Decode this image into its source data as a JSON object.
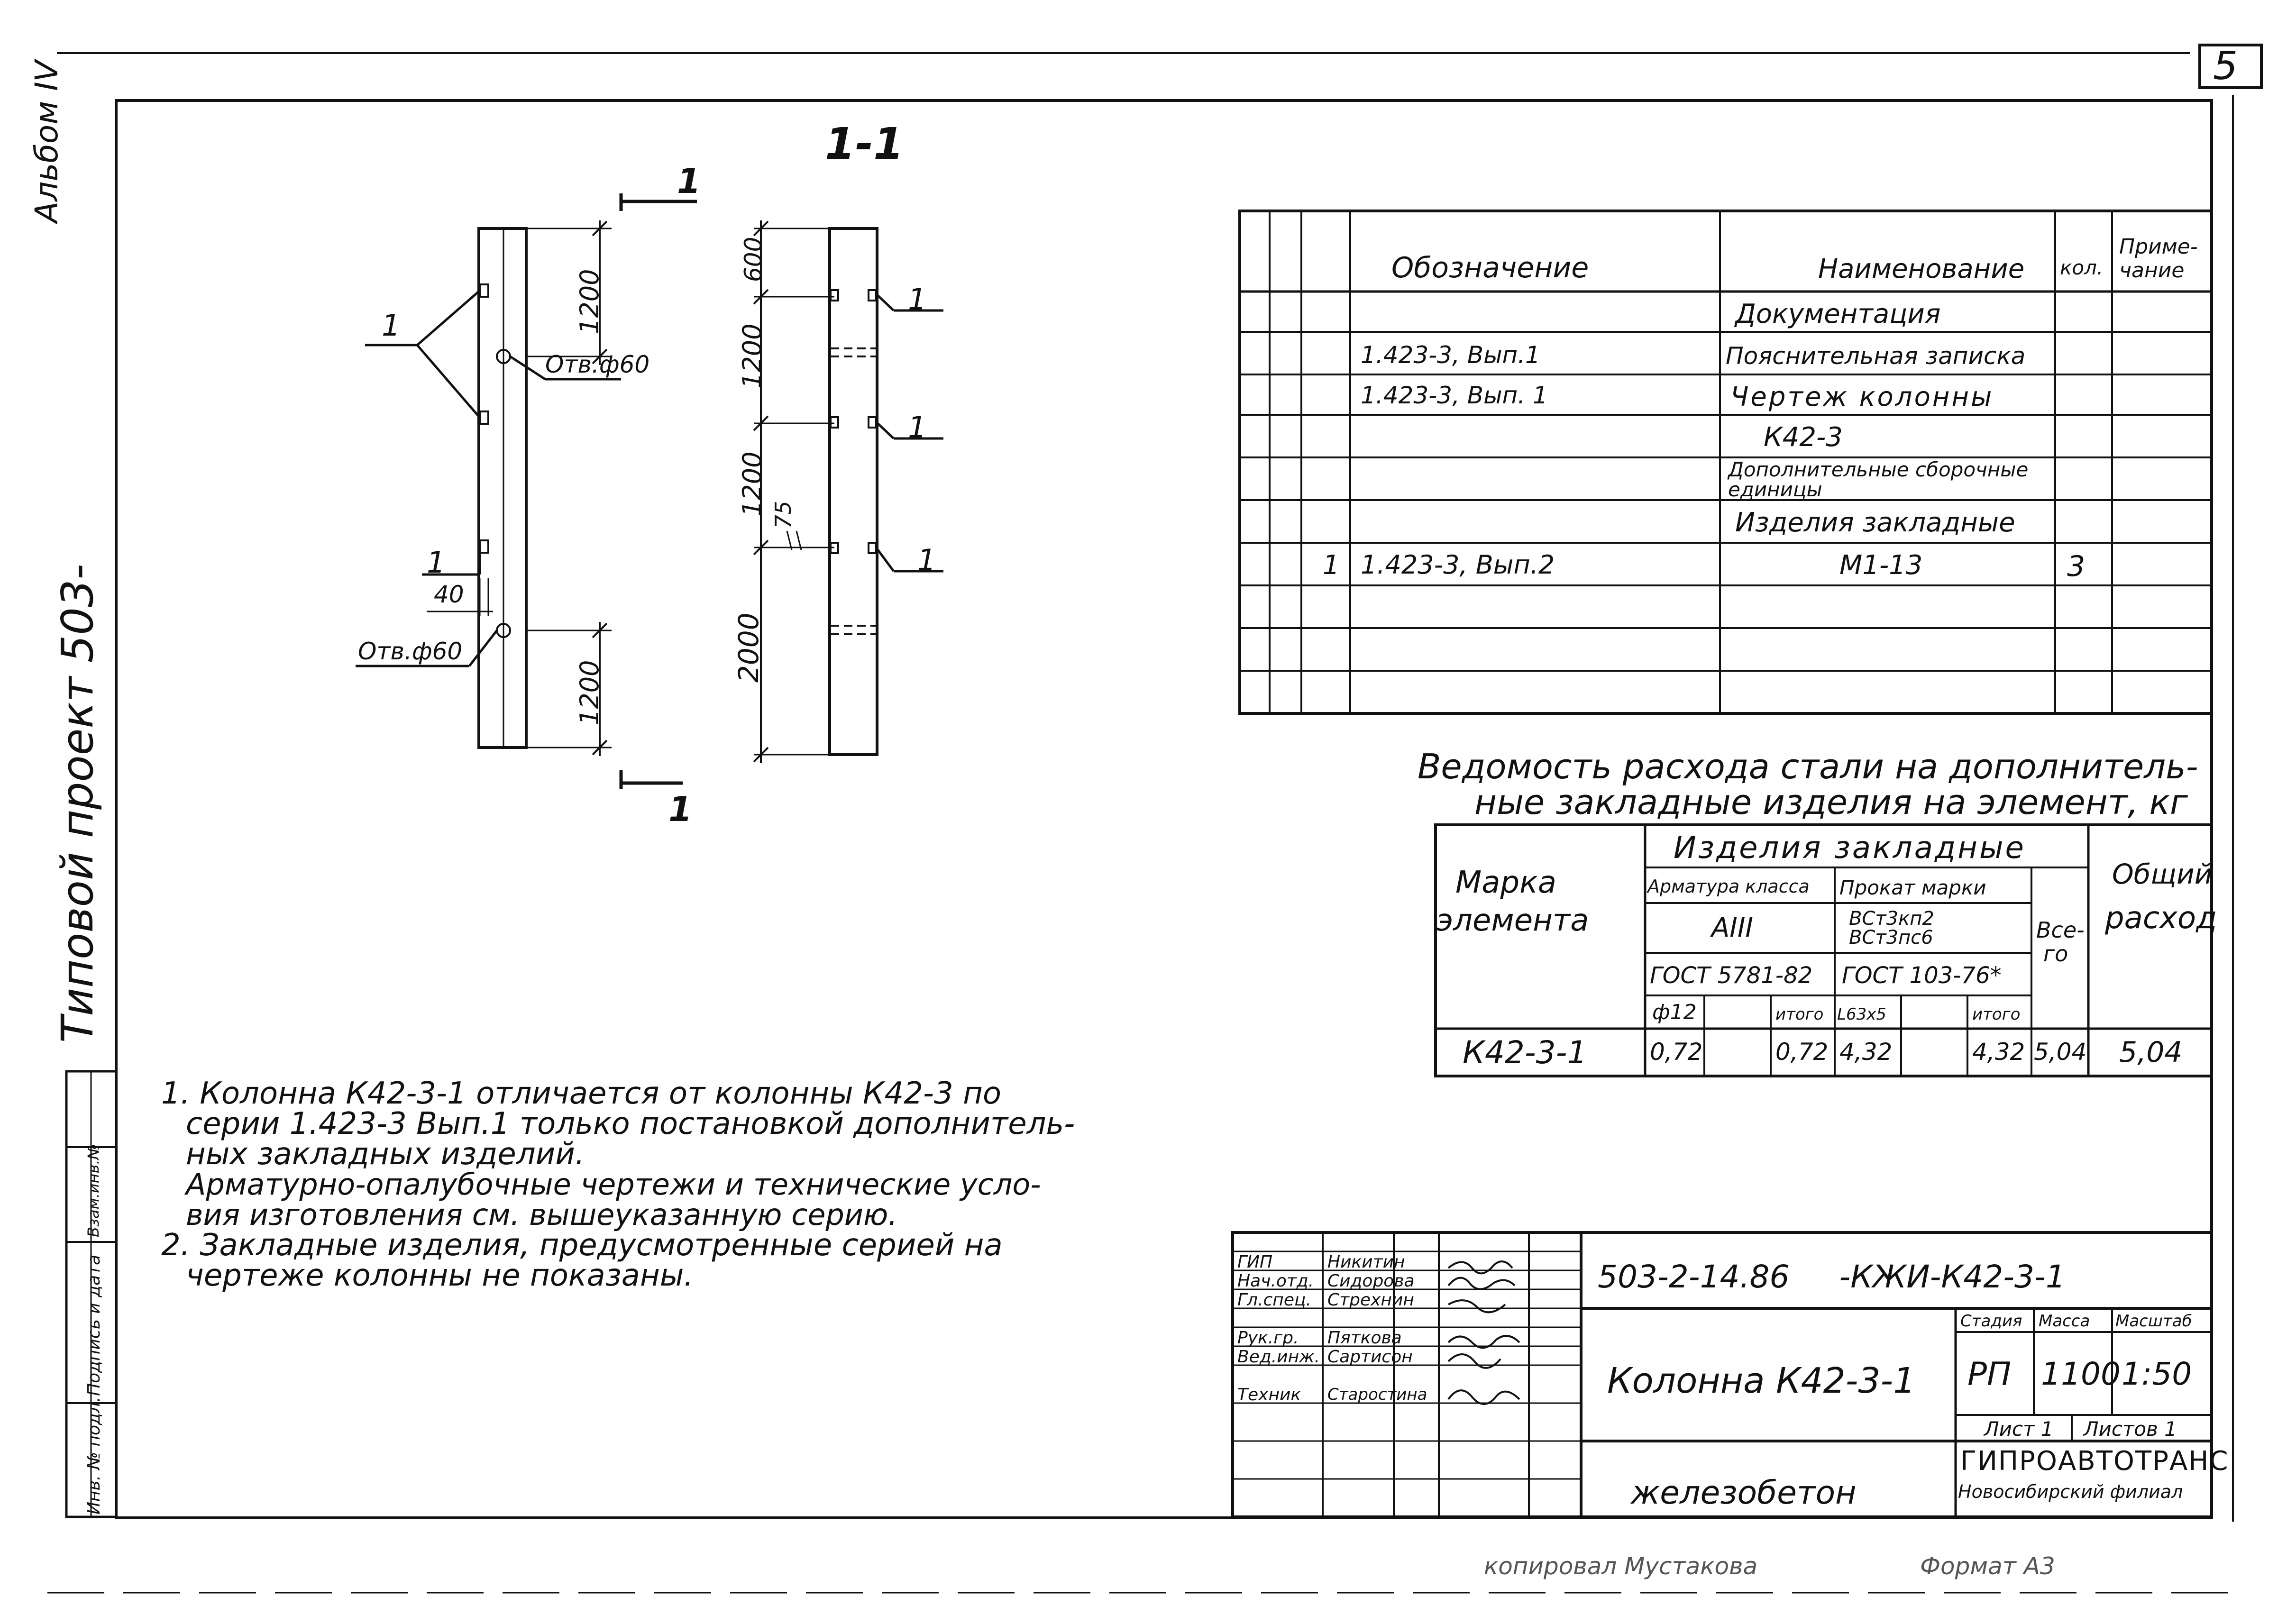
{
  "sheet": {
    "page_number": "5",
    "album_label": "Альбом IV",
    "project_label": "Типовой проект 503-",
    "side_stamp": [
      "Инв. № подл.",
      "Подпись и дата",
      "Взам.инв.№"
    ],
    "copied_by": "копировал Мустакова",
    "format": "Формат А3"
  },
  "drawing": {
    "section_title": "1-1",
    "section_mark_top": "1",
    "section_mark_bottom": "1",
    "label_1": "1",
    "hole_label_top": "Отв.ф60",
    "hole_label_bottom": "Отв.ф60",
    "dim_1200_a": "1200",
    "dim_1200_b": "1200",
    "dim_40": "40",
    "dim_600": "600",
    "dim_1200_c": "1200",
    "dim_1200_d": "1200",
    "dim_75": "75",
    "dim_2000": "2000"
  },
  "spec_table": {
    "headers": {
      "designation": "Обозначение",
      "name": "Наименование",
      "qty": "кол.",
      "note_1": "Приме-",
      "note_2": "чание"
    },
    "rows": [
      {
        "pos": "",
        "designation": "",
        "name": "Документация",
        "qty": ""
      },
      {
        "pos": "",
        "designation": "1.423-3, Вып.1",
        "name": "Пояснительная записка",
        "qty": ""
      },
      {
        "pos": "",
        "designation": "1.423-3, Вып. 1",
        "name": "Чертеж колонны",
        "qty": ""
      },
      {
        "pos": "",
        "designation": "",
        "name": "К42-3",
        "qty": ""
      },
      {
        "pos": "",
        "designation": "",
        "name": "Дополнительные сборочные единицы",
        "qty": ""
      },
      {
        "pos": "",
        "designation": "",
        "name": "Изделия закладные",
        "qty": ""
      },
      {
        "pos": "1",
        "designation": "1.423-3, Вып.2",
        "name": "М1-13",
        "qty": "3"
      }
    ]
  },
  "steel_table": {
    "title_line1": "Ведомость расхода стали на дополнитель-",
    "title_line2": "ные закладные изделия на элемент, кг",
    "h_mark_1": "Марка",
    "h_mark_2": "элемента",
    "h_products": "Изделия закладные",
    "h_rebar": "Арматура класса",
    "h_rebar_class": "AIII",
    "h_rebar_gost": "ГОСТ 5781-82",
    "h_rolled": "Прокат марки",
    "h_rolled_grade_1": "ВСт3кп2",
    "h_rolled_grade_2": "ВСт3пс6",
    "h_rolled_gost": "ГОСТ 103-76*",
    "h_total_1": "Все-",
    "h_total_2": "го",
    "h_overall_1": "Общий",
    "h_overall_2": "расход",
    "h_d12": "ф12",
    "h_itogo_1": "итого",
    "h_l63": "L63x5",
    "h_itogo_2": "итого",
    "row": {
      "mark": "К42-3-1",
      "d12": "0,72",
      "itogo_1": "0,72",
      "l63": "4,32",
      "itogo_2": "4,32",
      "total": "5,04",
      "overall": "5,04"
    }
  },
  "notes": [
    "1. Колонна К42-3-1 отличается от колонны К42-3 по",
    "серии 1.423-3 Вып.1 только постановкой дополнитель-",
    "ных закладных изделий.",
    "Арматурно-опалубочные чертежи и технические усло-",
    "вия изготовления см. вышеуказанную серию.",
    "2. Закладные изделия, предусмотренные серией на",
    "чертеже колонны не показаны."
  ],
  "title_block": {
    "code": "503-2-14.86     -КЖИ-К42-3-1",
    "title": "Колонна К42-3-1",
    "material": "железобетон",
    "stage_label": "Стадия",
    "mass_label": "Масса",
    "scale_label": "Масштаб",
    "stage": "РП",
    "mass": "1100",
    "scale": "1:50",
    "sheet_label": "Лист 1",
    "sheets_label": "Листов 1",
    "org_1": "ГИПРОАВТОТРАНС",
    "org_2": "Новосибирский филиал",
    "signatures": [
      {
        "role": "ГИП",
        "name": "Никитин",
        "sign": "Лат"
      },
      {
        "role": "Нач.отд.",
        "name": "Сидорова",
        "sign": "Сид"
      },
      {
        "role": "Гл.спец.",
        "name": "Стрехнин",
        "sign": "Стр"
      },
      {
        "role": "Рук.гр.",
        "name": "Пяткова",
        "sign": "Пят"
      },
      {
        "role": "Вед.инж.",
        "name": "Сартисон",
        "sign": "Сар"
      },
      {
        "role": "Техник",
        "name": "Старостина",
        "sign": "Стар"
      }
    ]
  }
}
